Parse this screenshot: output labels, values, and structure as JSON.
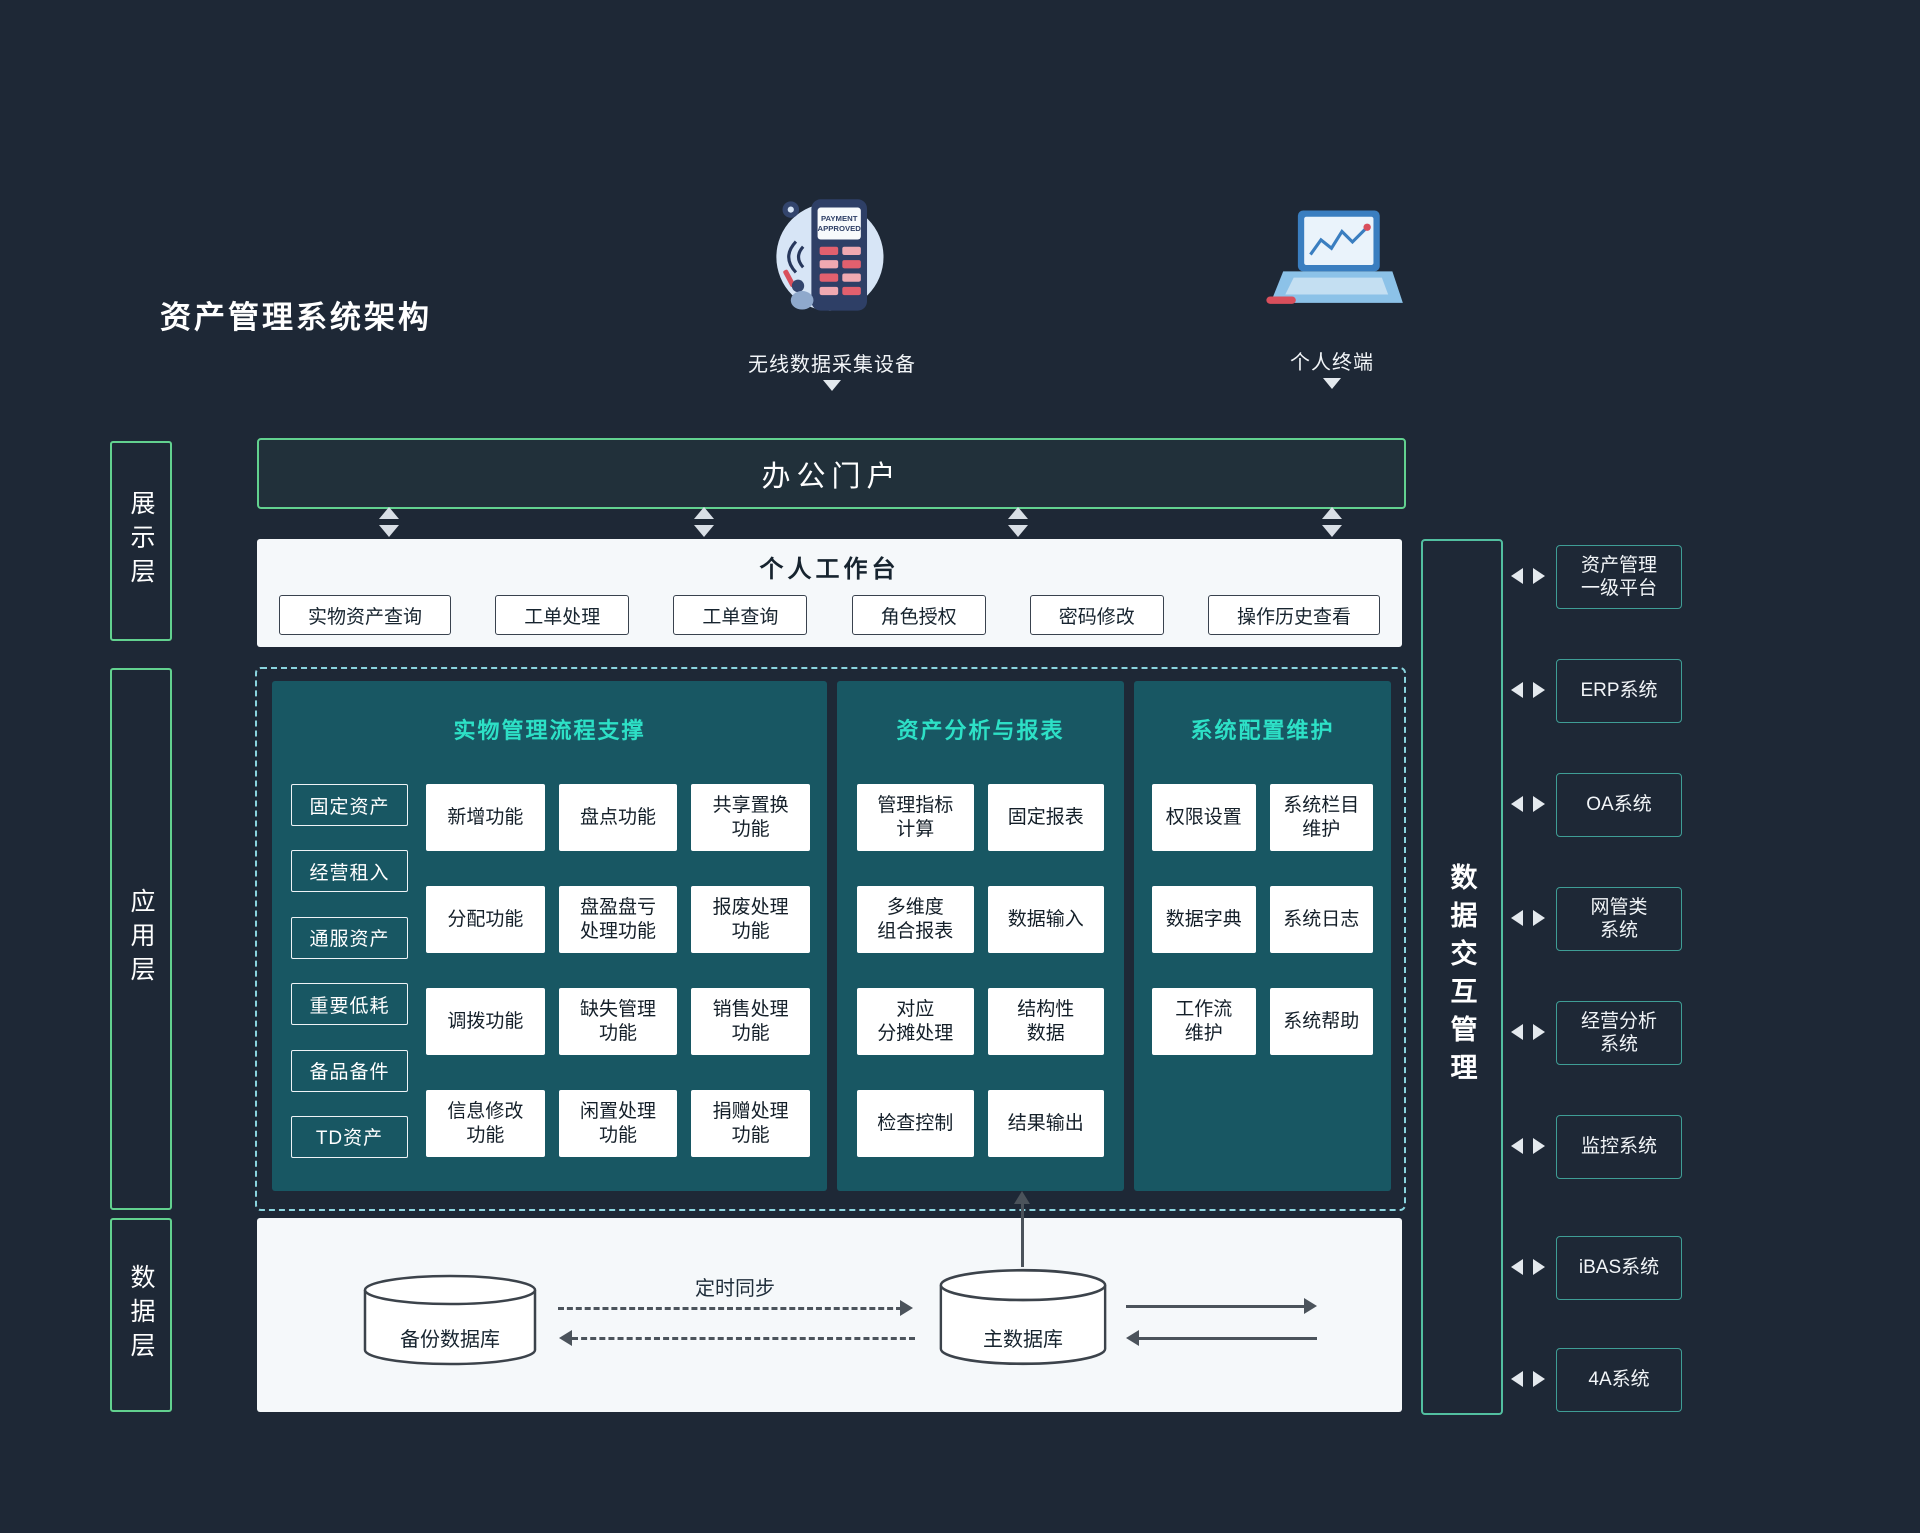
{
  "page": {
    "title": "资产管理系统架构"
  },
  "devices": [
    {
      "label": "无线数据采集设备",
      "icon": "payment-terminal-icon"
    },
    {
      "label": "个人终端",
      "icon": "laptop-icon"
    }
  ],
  "icons": {
    "payment_screen": [
      "PAYMENT",
      "APPROVED"
    ]
  },
  "layers": {
    "display": "展示层",
    "application": "应用层",
    "data": "数据层"
  },
  "portal": {
    "title": "办公门户"
  },
  "workbench": {
    "title": "个人工作台",
    "items": [
      "实物资产查询",
      "工单处理",
      "工单查询",
      "角色授权",
      "密码修改",
      "操作历史查看"
    ]
  },
  "panels": {
    "process": {
      "title": "实物管理流程支撑",
      "categories": [
        "固定资产",
        "经营租入",
        "通服资产",
        "重要低耗",
        "备品备件",
        "TD资产"
      ],
      "functions": [
        "新增功能",
        "盘点功能",
        "共享置换\n功能",
        "分配功能",
        "盘盈盘亏\n处理功能",
        "报废处理\n功能",
        "调拨功能",
        "缺失管理\n功能",
        "销售处理\n功能",
        "信息修改\n功能",
        "闲置处理\n功能",
        "捐赠处理\n功能"
      ]
    },
    "analysis": {
      "title": "资产分析与报表",
      "functions": [
        "管理指标\n计算",
        "固定报表",
        "多维度\n组合报表",
        "数据输入",
        "对应\n分摊处理",
        "结构性\n数据",
        "检查控制",
        "结果输出"
      ]
    },
    "config": {
      "title": "系统配置维护",
      "functions": [
        "权限设置",
        "系统栏目\n维护",
        "数据字典",
        "系统日志",
        "工作流\n维护",
        "系统帮助"
      ]
    }
  },
  "datalayer": {
    "backup_db": "备份数据库",
    "main_db": "主数据库",
    "sync_label": "定时同步"
  },
  "interaction": {
    "title": "数据交互管理"
  },
  "external_systems": [
    "资产管理\n一级平台",
    "ERP系统",
    "OA系统",
    "网管类\n系统",
    "经营分析\n系统",
    "监控系统",
    "iBAS系统",
    "4A系统"
  ],
  "colors": {
    "background": "#1e2836",
    "accent_green": "#62d18f",
    "accent_teal": "#3f9e96",
    "panel_teal": "#185763",
    "cyan_title": "#2de0c6"
  }
}
